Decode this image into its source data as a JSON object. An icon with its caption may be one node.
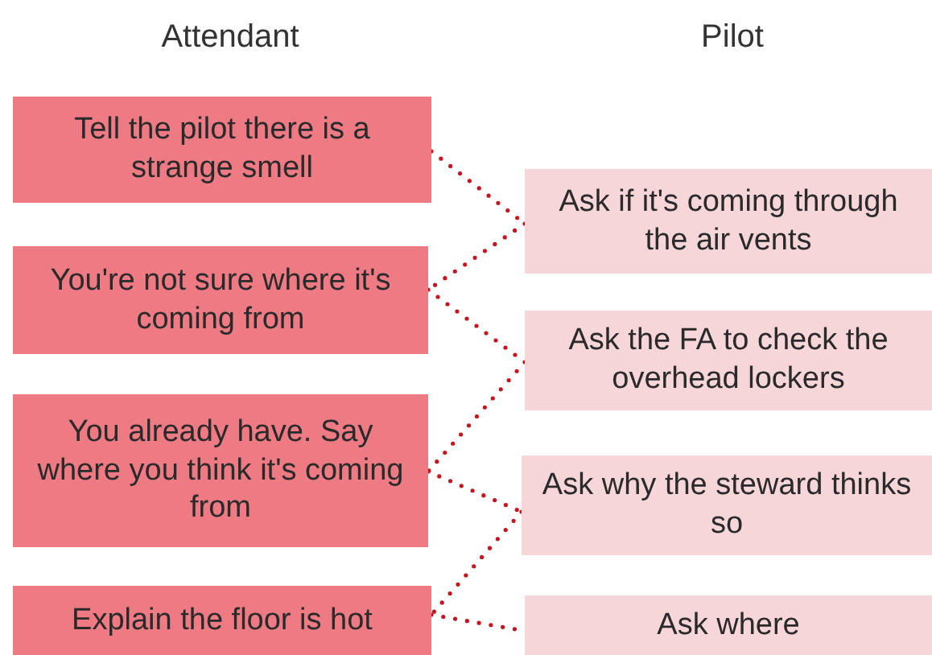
{
  "diagram": {
    "nodes": [
      {
        "text": [
          "Tell the pilot there is a strange smell"
        ]
      },
      {
        "text": [
          "You're not sure where it's coming from"
        ]
      },
      {
        "text": [
          "You already have. Say where you think it's coming from"
        ]
      },
      {
        "text": [
          "Explain the floor is hot"
        ]
      },
      {
        "text": [
          "Ask if it's coming through the air vents"
        ]
      },
      {
        "text": [
          "Ask the FA to check the overhead lockers"
        ]
      },
      {
        "text": [
          "Ask why the steward thinks so"
        ]
      },
      {
        "text": [
          "Ask where"
        ]
      }
    ],
    "edges": [
      {
        "from": 0,
        "to": 4,
        "arrow": "none"
      },
      {
        "from": 4,
        "to": 1,
        "arrow": "none"
      },
      {
        "from": 1,
        "to": 5,
        "arrow": "none"
      },
      {
        "from": 5,
        "to": 2,
        "arrow": "none"
      },
      {
        "from": 2,
        "to": 6,
        "arrow": "none"
      },
      {
        "from": 6,
        "to": 3,
        "arrow": "none"
      },
      {
        "from": 3,
        "to": 7,
        "arrow": "none"
      }
    ],
    "labels": [
      "Attendant",
      "Pilot"
    ]
  }
}
